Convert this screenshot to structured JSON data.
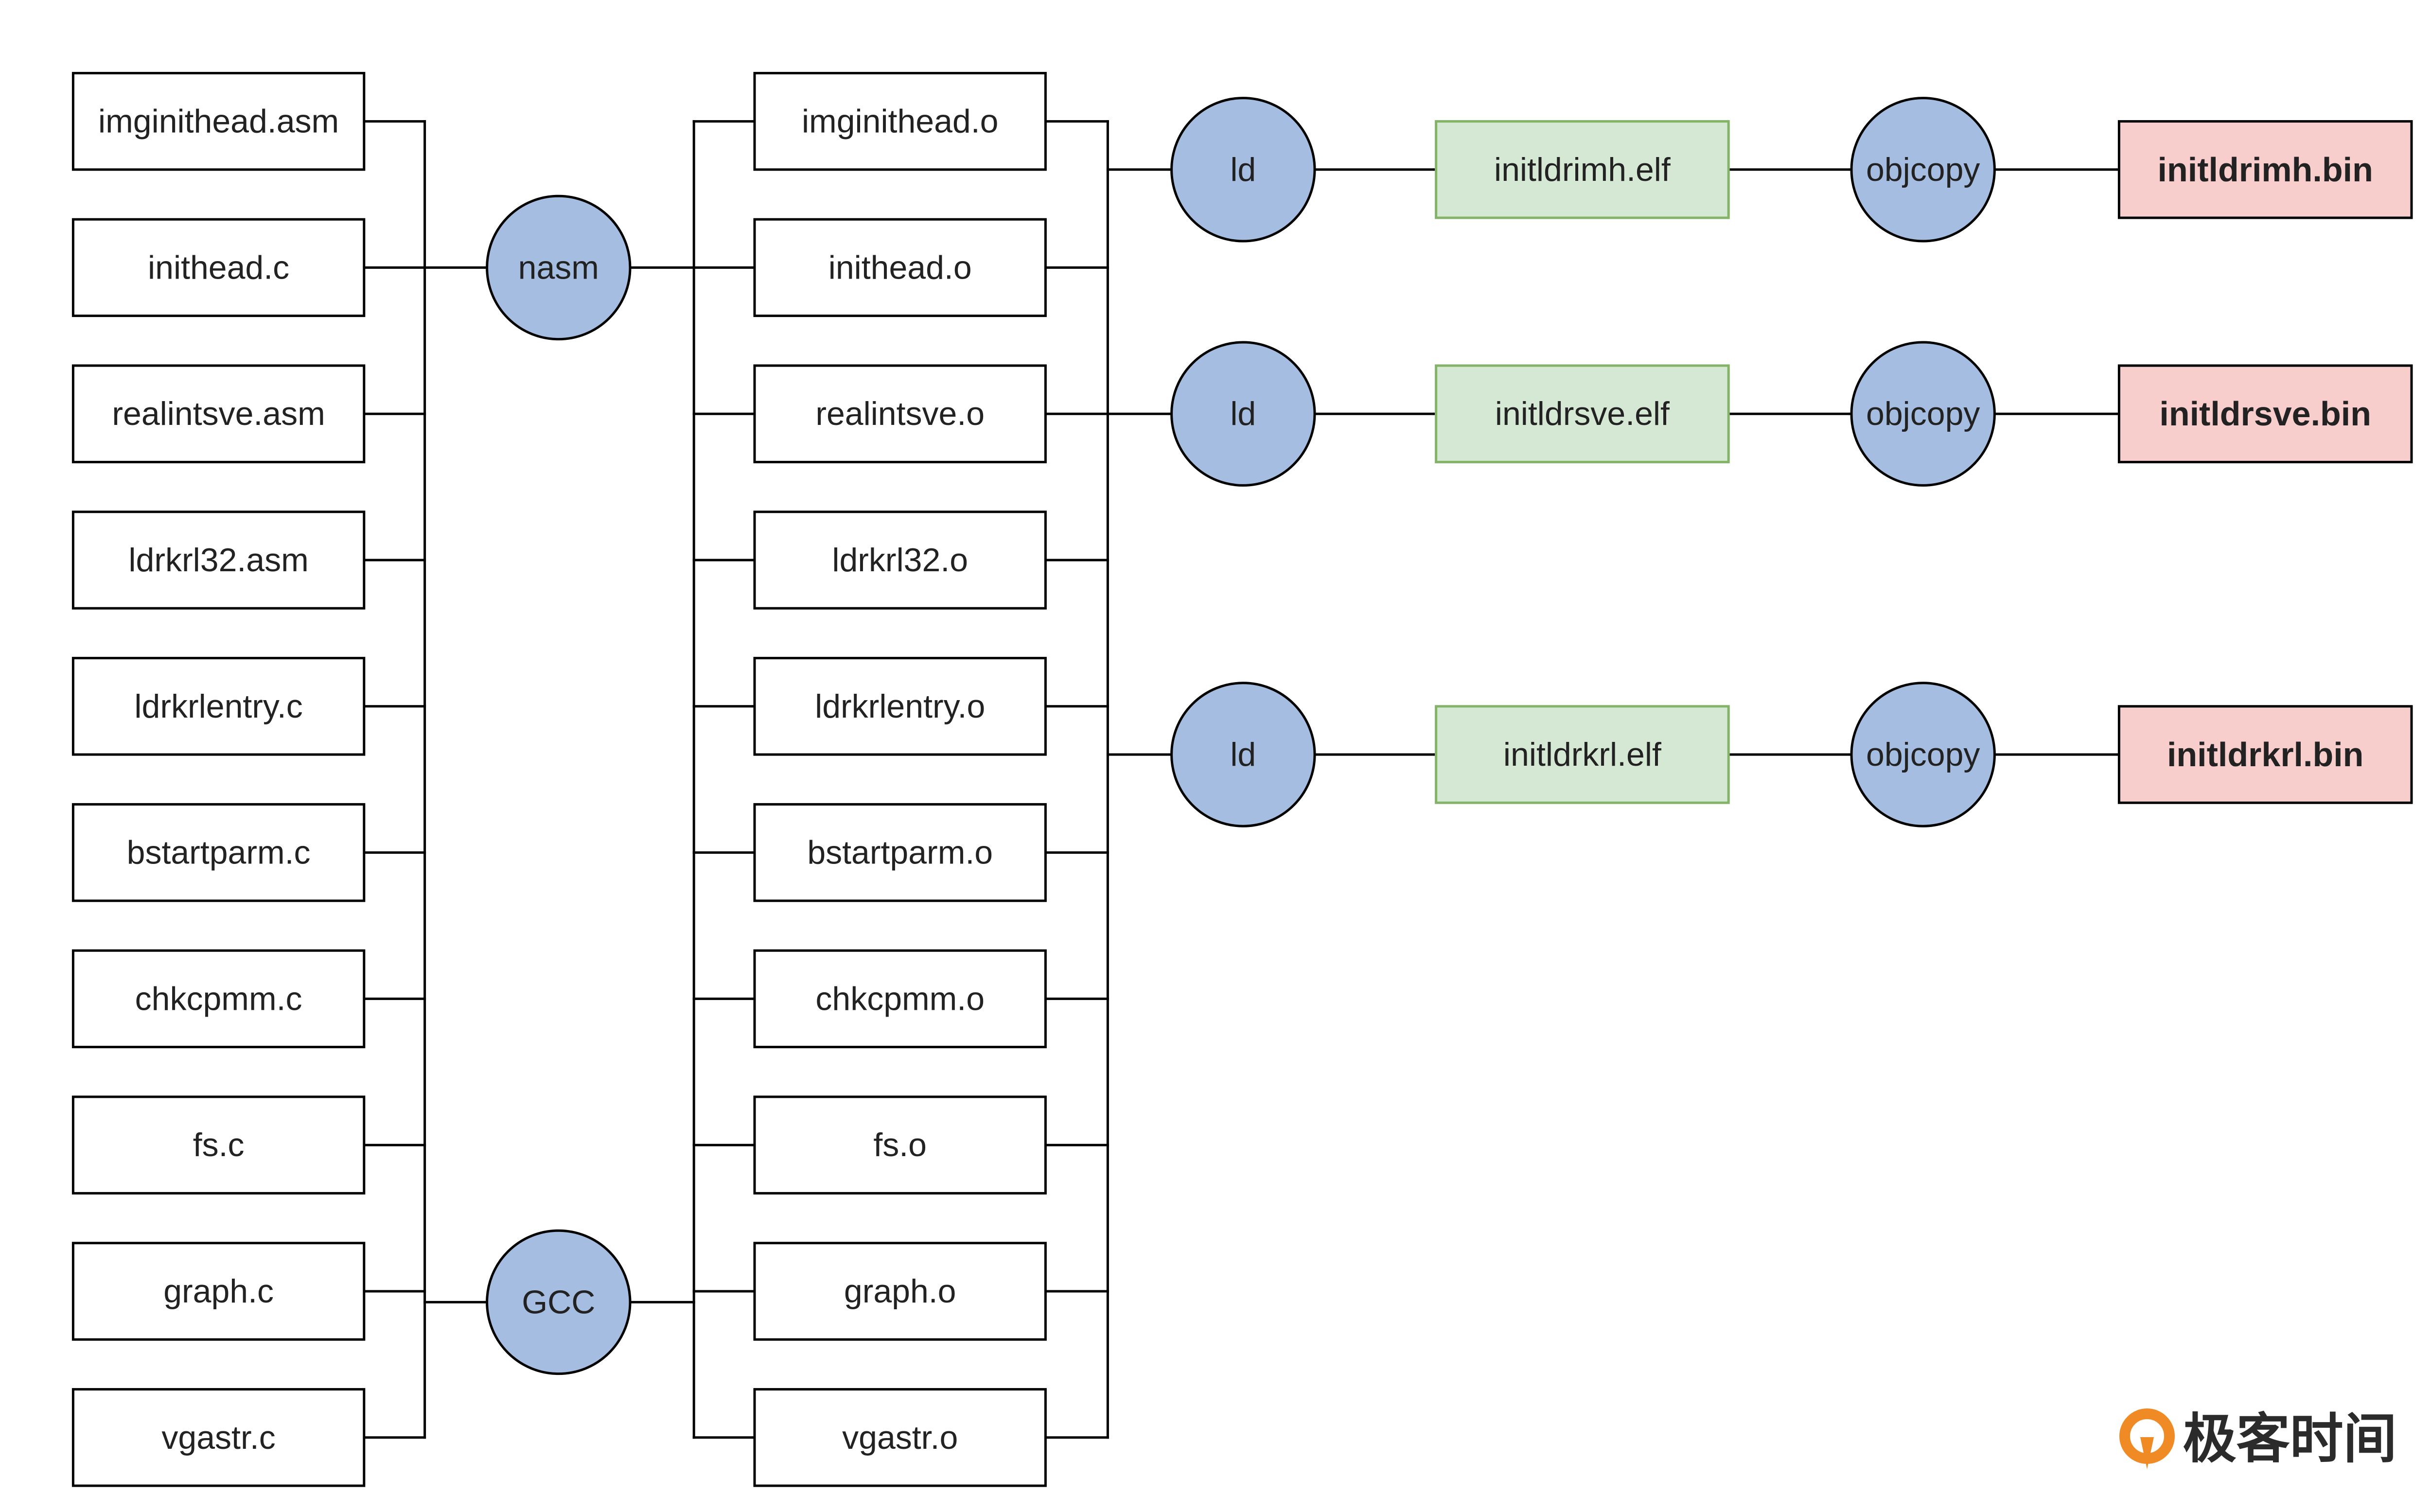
{
  "sources": [
    "imginithead.asm",
    "inithead.c",
    "realintsve.asm",
    "ldrkrl32.asm",
    "ldrkrlentry.c",
    "bstartparm.c",
    "chkcpmm.c",
    "fs.c",
    "graph.c",
    "vgastr.c"
  ],
  "compilers": {
    "asm": "nasm",
    "c": "GCC"
  },
  "objects": [
    "imginithead.o",
    "inithead.o",
    "realintsve.o",
    "ldrkrl32.o",
    "ldrkrlentry.o",
    "bstartparm.o",
    "chkcpmm.o",
    "fs.o",
    "graph.o",
    "vgastr.o"
  ],
  "pipelines": [
    {
      "linker": "ld",
      "elf": "initldrimh.elf",
      "tool": "objcopy",
      "bin": "initldrimh.bin"
    },
    {
      "linker": "ld",
      "elf": "initldrsve.elf",
      "tool": "objcopy",
      "bin": "initldrsve.bin"
    },
    {
      "linker": "ld",
      "elf": "initldrkrl.elf",
      "tool": "objcopy",
      "bin": "initldrkrl.bin"
    }
  ],
  "logo": {
    "text": "极客时间",
    "icon": "geektime-logo-icon"
  },
  "colors": {
    "circle_fill": "#a4bde0",
    "elf_fill": "#d5e8d4",
    "elf_stroke": "#82b366",
    "bin_fill": "#f8cecc",
    "line": "#000000",
    "logo_orange": "#f08a24"
  }
}
